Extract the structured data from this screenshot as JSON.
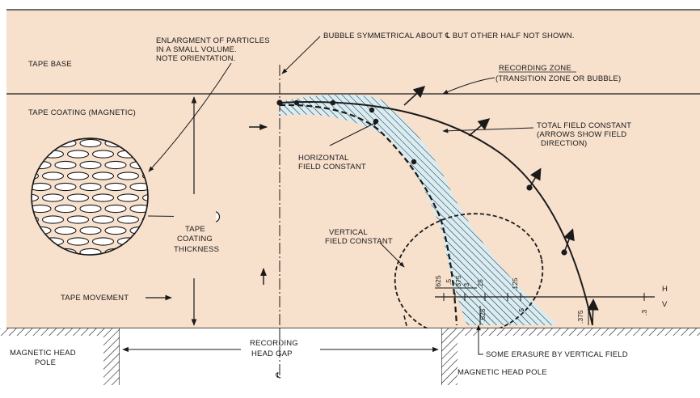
{
  "colors": {
    "tape": "#f7e0cc",
    "ink": "#1a1a1a",
    "zone_fill": "#d8edf3",
    "white": "#ffffff"
  },
  "labels": {
    "tape_base": "TAPE BASE",
    "tape_coating": "TAPE COATING (MAGNETIC)",
    "enlargement_1": "ENLARGMENT OF PARTICLES",
    "enlargement_2": "IN A SMALL VOLUME.",
    "enlargement_3": "NOTE ORIENTATION.",
    "bubble_note": "BUBBLE SYMMETRICAL ABOUT ℄ BUT OTHER HALF NOT SHOWN.",
    "recording_zone": "RECORDING ZONE",
    "transition_zone": "(TRANSITION ZONE OR BUBBLE)",
    "total_field_1": "TOTAL FIELD CONSTANT",
    "total_field_2": "(ARROWS SHOW FIELD",
    "total_field_3": "DIRECTION)",
    "horizontal_1": "HORIZONTAL",
    "horizontal_2": "FIELD CONSTANT",
    "vertical_1": "VERTICAL",
    "vertical_2": "FIELD CONSTANT",
    "thickness_1": "TAPE",
    "thickness_2": "COATING",
    "thickness_3": "THICKNESS",
    "tape_movement": "TAPE MOVEMENT",
    "recording_1": "RECORDING",
    "recording_2": "HEAD GAP",
    "centerline": "℄",
    "head_pole_left_1": "MAGNETIC HEAD",
    "head_pole_left_2": "POLE",
    "head_pole_right": "MAGNETIC HEAD POLE",
    "erasure": "SOME ERASURE BY VERTICAL FIELD"
  },
  "axis": {
    "h_label": "H",
    "v_label": "V",
    "ticks": [
      ".625",
      ".5",
      ".375",
      ".3",
      ".25",
      ".125",
      ".5",
      ".625",
      ".375",
      ".3"
    ]
  }
}
